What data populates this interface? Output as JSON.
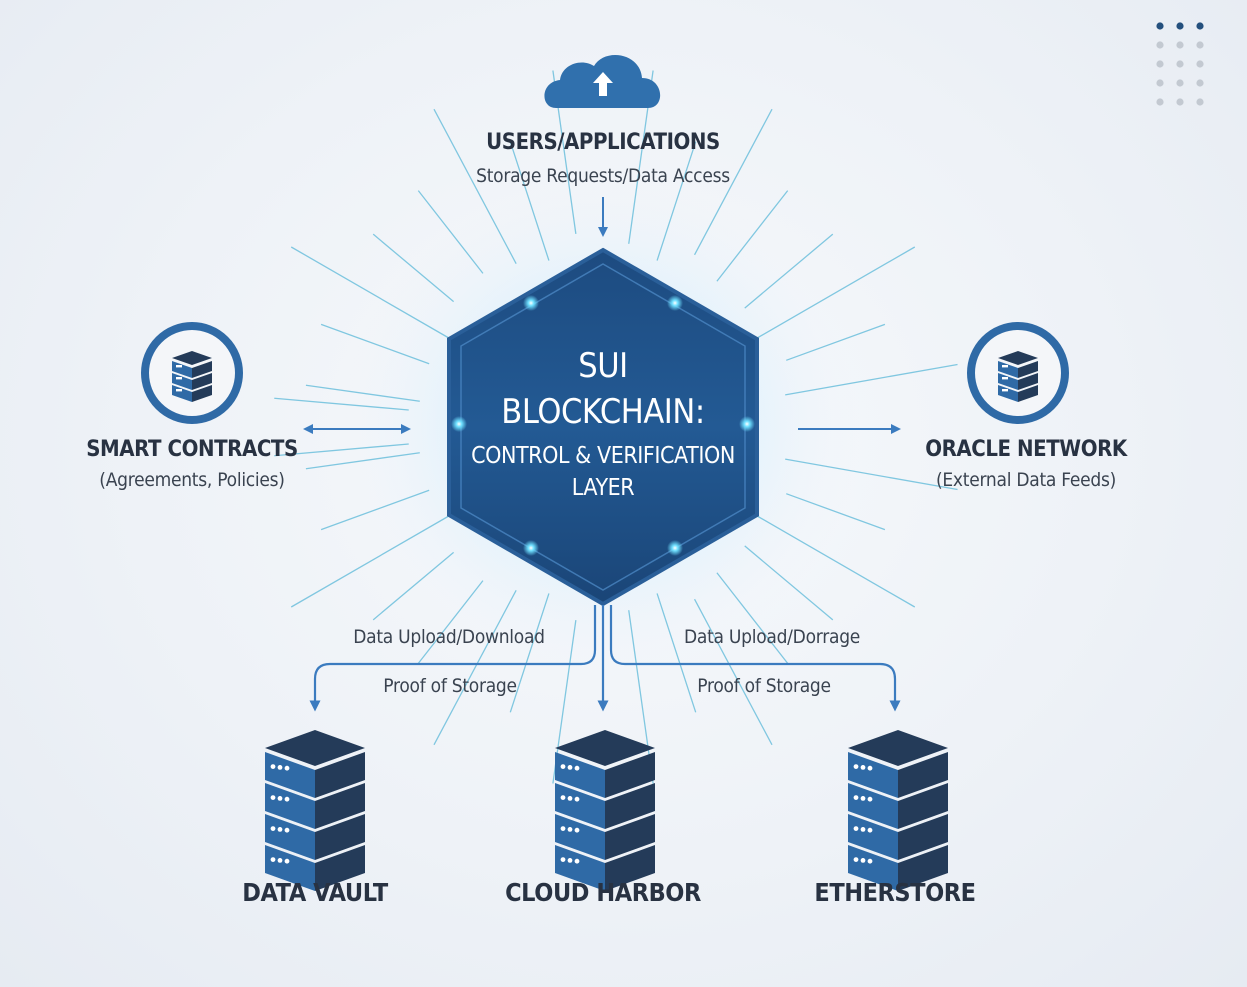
{
  "colors": {
    "background": "#eef2f7",
    "hex_fill": "#1e4f86",
    "hex_border": "#3f7ab8",
    "glow": "#5ed0ff",
    "icon_blue": "#2f6aa6",
    "icon_dark": "#243b59",
    "arrow": "#3b7bbf",
    "text_dark": "#283242",
    "ray": "#5bb8d8"
  },
  "center": {
    "line1": "SUI",
    "line2": "BLOCKCHAIN:",
    "line3": "CONTROL & VERIFICATION",
    "line4": "LAYER"
  },
  "top_node": {
    "icon": "cloud-upload-icon",
    "title": "USERS/APPLICATIONS",
    "subtitle": "Storage Requests/Data Access"
  },
  "left_node": {
    "icon": "server-stack-icon",
    "title": "SMART CONTRACTS",
    "subtitle": "(Agreements, Policies)"
  },
  "right_node": {
    "icon": "server-stack-icon",
    "title": "ORACLE NETWORK",
    "subtitle": "(External Data Feeds)"
  },
  "edges": {
    "left_upper": "Data Upload/Download",
    "left_lower": "Proof of Storage",
    "right_upper": "Data Upload/Dorrage",
    "right_lower": "Proof of Storage"
  },
  "storage_nodes": [
    {
      "name": "DATA VAULT",
      "icon": "server-rack-icon"
    },
    {
      "name": "CLOUD HARBOR",
      "icon": "server-rack-icon"
    },
    {
      "name": "ETHERSTORE",
      "icon": "server-rack-icon"
    }
  ],
  "pagination_dots": {
    "rows": 5,
    "cols": 3,
    "active_row": 1
  }
}
